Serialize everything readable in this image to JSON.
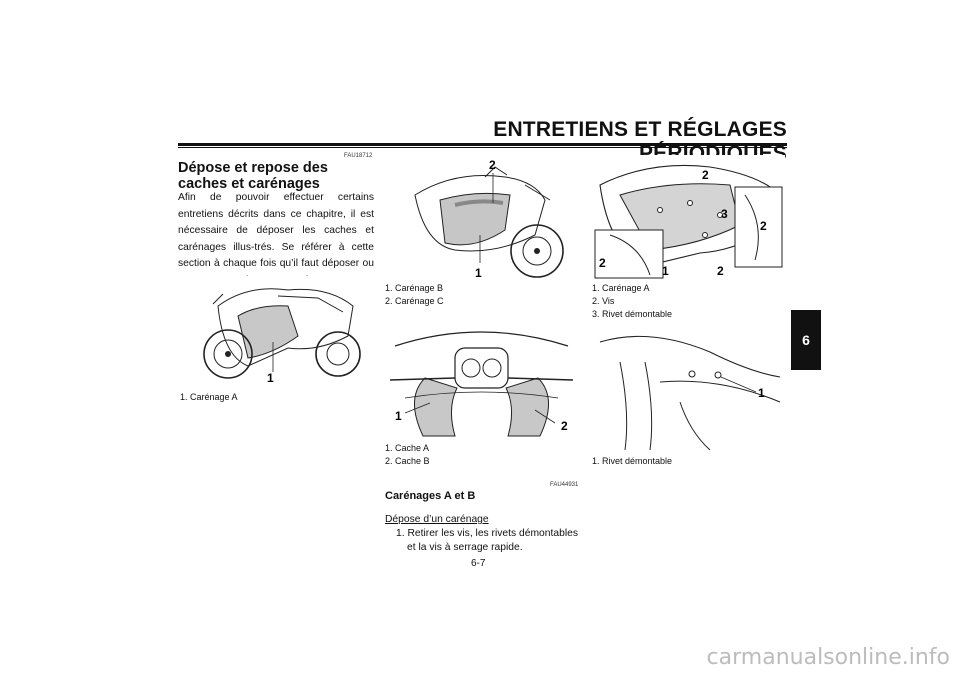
{
  "header": {
    "title": "ENTRETIENS ET RÉGLAGES PÉRIODIQUES"
  },
  "section": {
    "code": "FAU18712",
    "title": "Dépose et repose des caches et carénages",
    "body": "Afin de pouvoir effectuer certains entretiens décrits dans ce chapitre, il est nécessaire de déposer les caches et carénages illus-trés. Se référer à cette section à chaque fois qu’il faut déposer ou reposer un cache ou un carénage."
  },
  "figures": {
    "fig1": {
      "labels": [
        "1"
      ],
      "captions": [
        "1. Carénage A"
      ]
    },
    "fig2": {
      "labels": [
        "2",
        "1"
      ],
      "captions": [
        "1. Carénage B",
        "2. Carénage C"
      ]
    },
    "fig3": {
      "labels": [
        "1",
        "2"
      ],
      "captions": [
        "1. Cache A",
        "2. Cache B"
      ]
    },
    "fig4": {
      "labels": [
        "2",
        "3",
        "2",
        "2",
        "1",
        "2"
      ],
      "captions": [
        "1. Carénage A",
        "2. Vis",
        "3. Rivet démontable"
      ]
    },
    "fig5": {
      "labels": [
        "1"
      ],
      "captions": [
        "1. Rivet démontable"
      ]
    }
  },
  "subsection": {
    "code": "FAU44931",
    "title": "Carénages A et B",
    "procedure_title": "Dépose d’un carénage",
    "step1": "1. Retirer les vis, les rivets démontables",
    "step1_cont": "et la vis à serrage rapide."
  },
  "page_number": "6-7",
  "chapter_tab": "6",
  "watermark": "carmanualsonline.info"
}
